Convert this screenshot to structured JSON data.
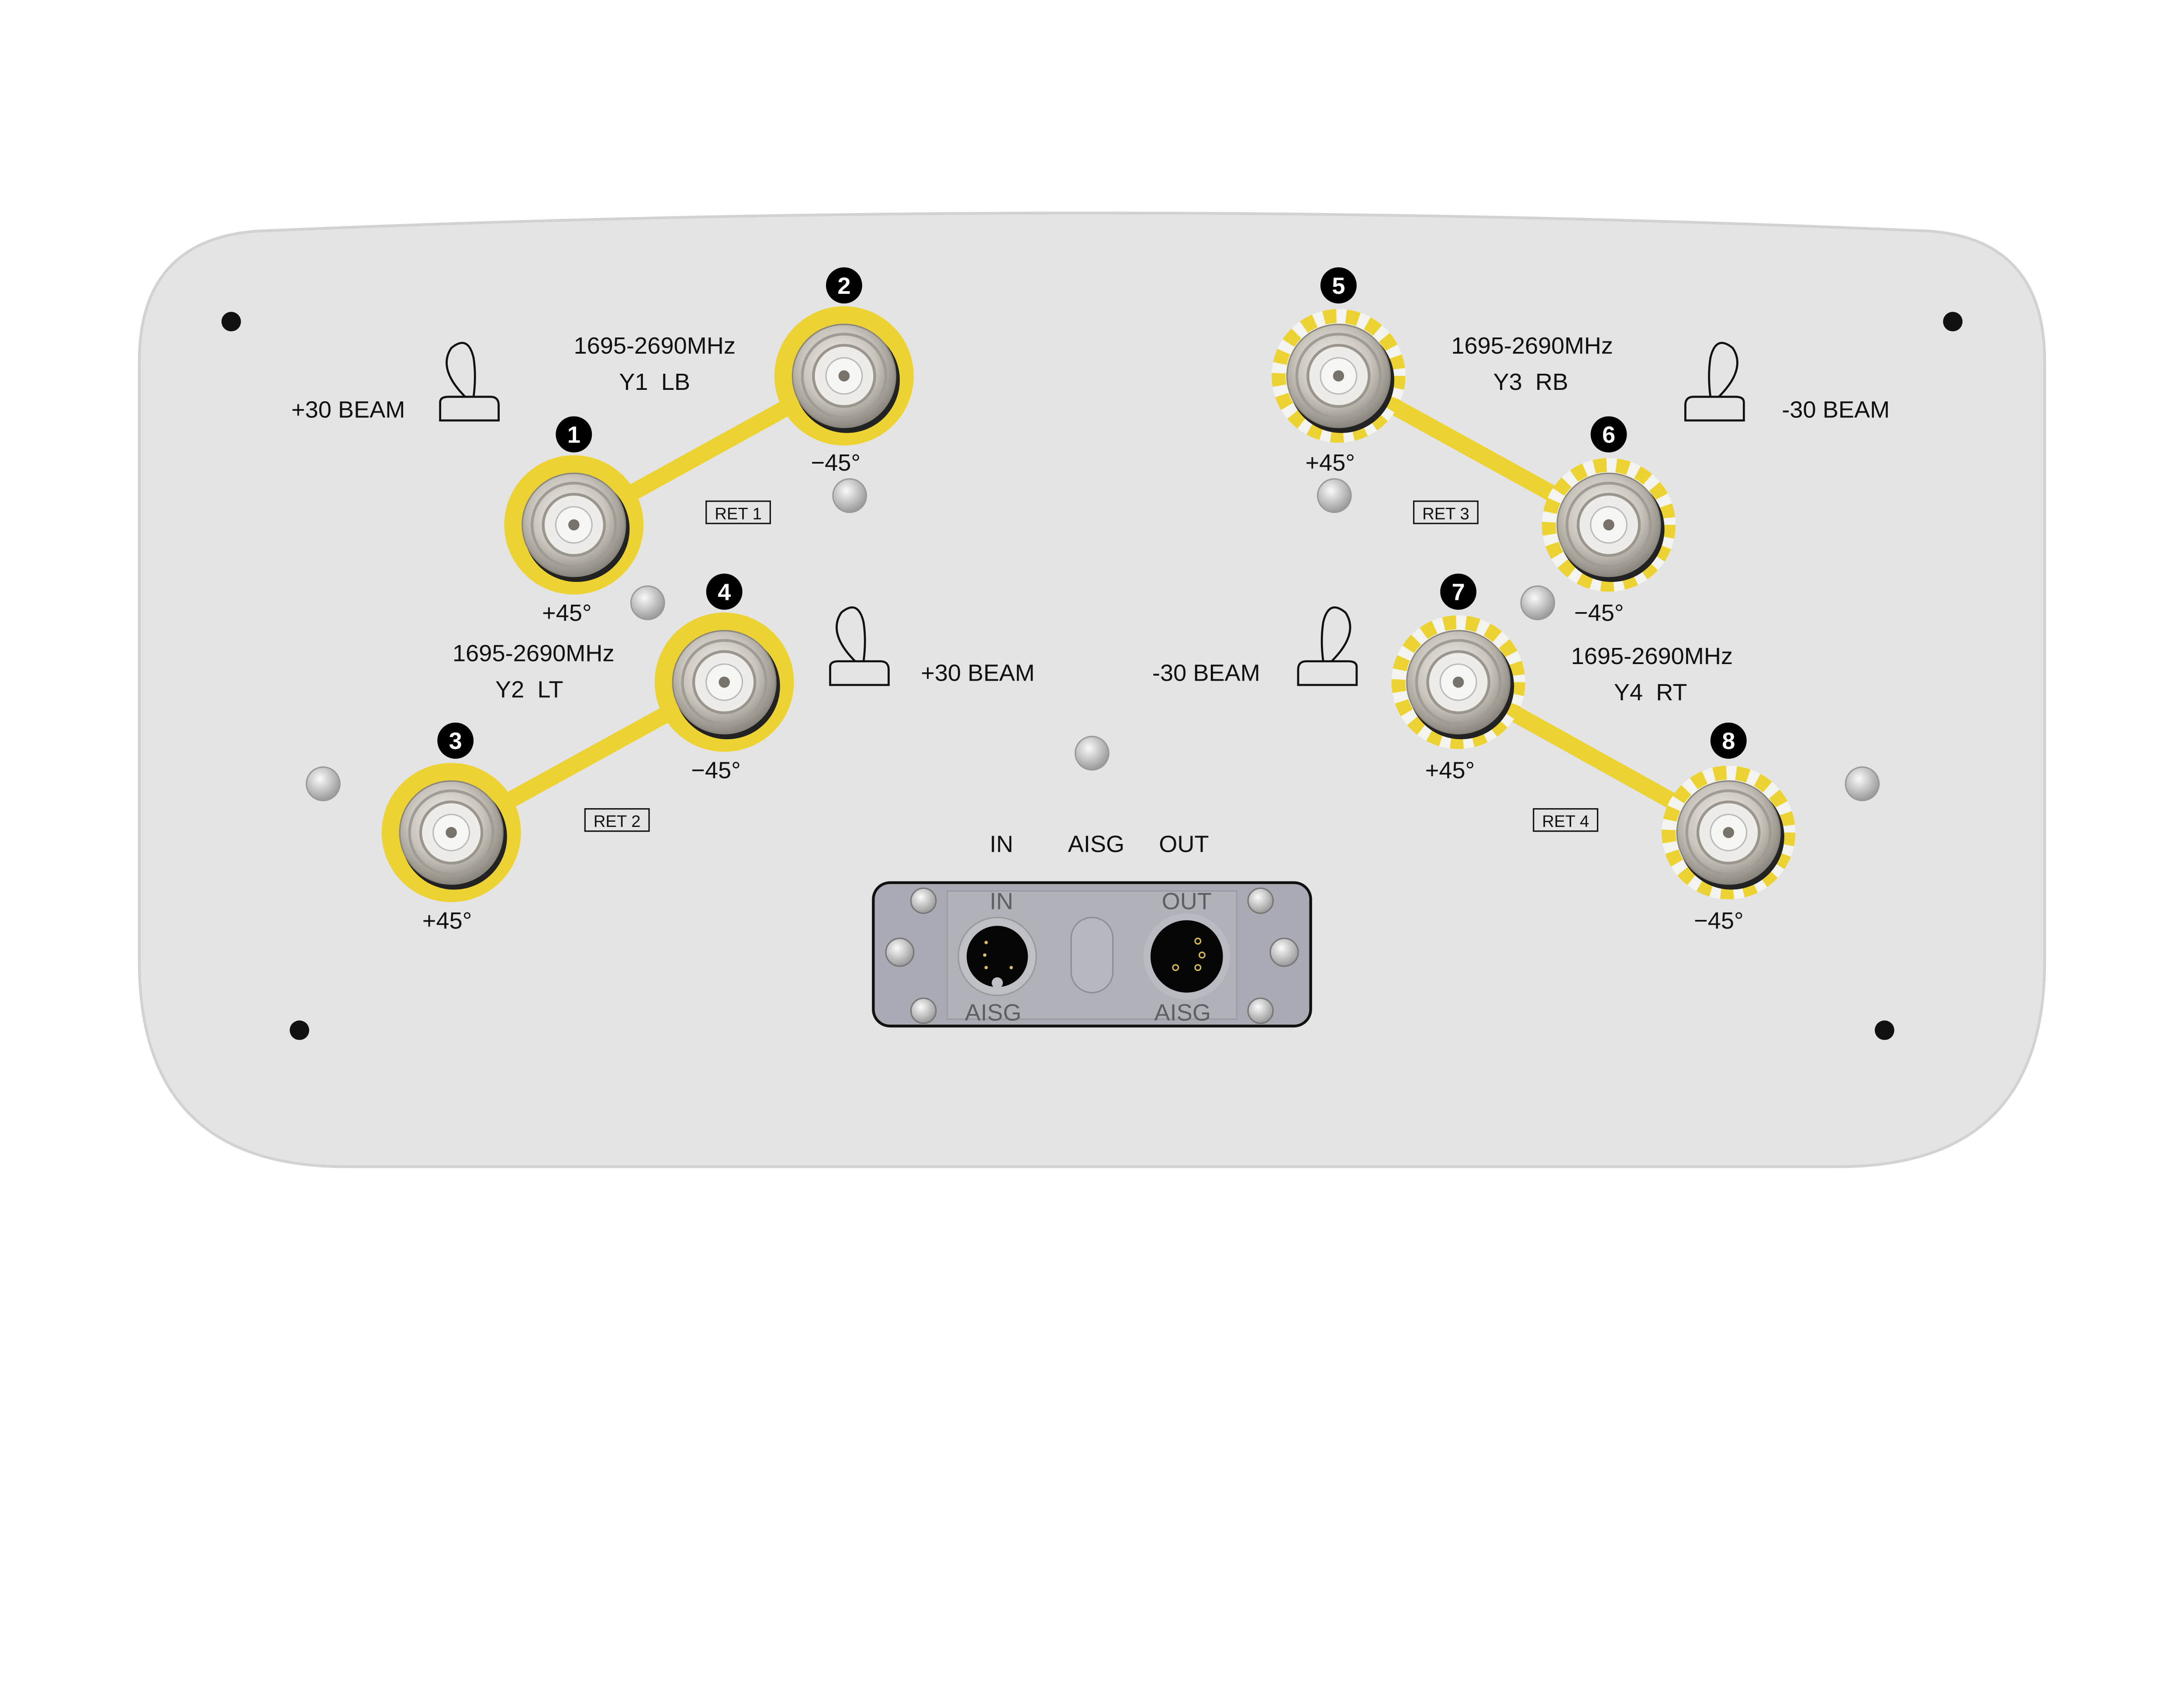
{
  "colors": {
    "panel": "#e3e3e3",
    "trace": "#ecd333",
    "badge": "#000000",
    "aisg_plate": "#a9abb4"
  },
  "ports": [
    {
      "number": "1",
      "polarization": "+45°",
      "style": "solid"
    },
    {
      "number": "2",
      "polarization": "−45°",
      "style": "solid"
    },
    {
      "number": "3",
      "polarization": "+45°",
      "style": "solid"
    },
    {
      "number": "4",
      "polarization": "−45°",
      "style": "solid"
    },
    {
      "number": "5",
      "polarization": "+45°",
      "style": "checkered"
    },
    {
      "number": "6",
      "polarization": "−45°",
      "style": "checkered"
    },
    {
      "number": "7",
      "polarization": "+45°",
      "style": "checkered"
    },
    {
      "number": "8",
      "polarization": "−45°",
      "style": "checkered"
    }
  ],
  "groups": [
    {
      "band": "1695-2690MHz",
      "name": "Y1  LB",
      "beam": "+30 BEAM",
      "ret": "RET 1"
    },
    {
      "band": "1695-2690MHz",
      "name": "Y2  LT",
      "beam": "+30 BEAM",
      "ret": "RET 2"
    },
    {
      "band": "1695-2690MHz",
      "name": "Y3  RB",
      "beam": "-30 BEAM",
      "ret": "RET 3"
    },
    {
      "band": "1695-2690MHz",
      "name": "Y4  RT",
      "beam": "-30 BEAM",
      "ret": "RET 4"
    }
  ],
  "aisg": {
    "in_label": "IN",
    "title": "AISG",
    "out_label": "OUT",
    "plate_in": "IN",
    "plate_out": "OUT",
    "plate_in_aisg": "AISG",
    "plate_out_aisg": "AISG"
  }
}
